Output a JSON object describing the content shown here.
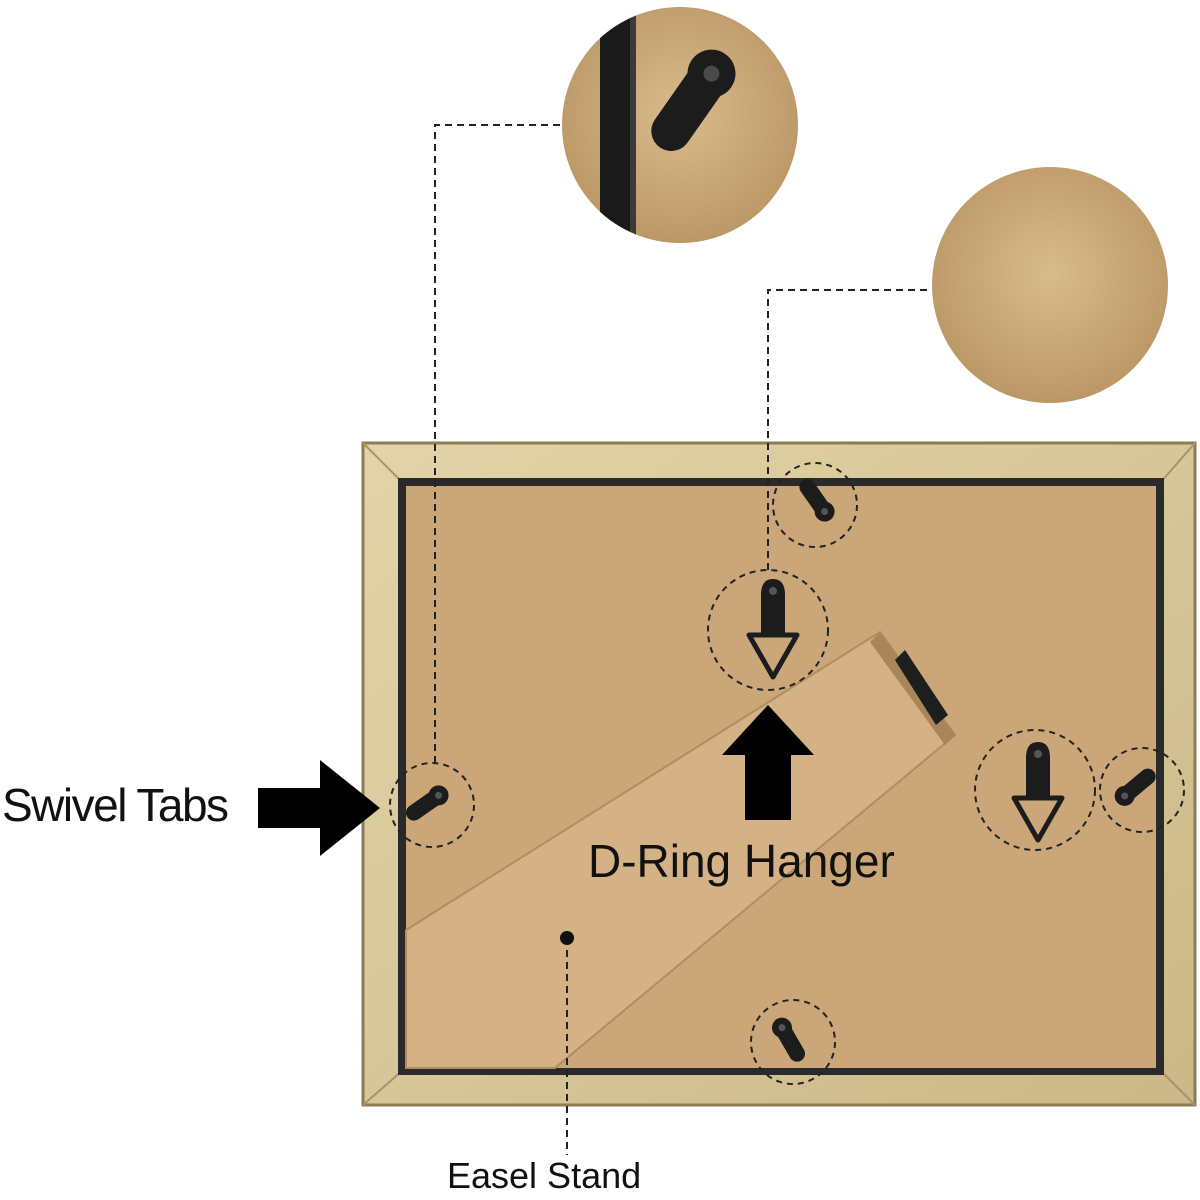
{
  "labels": {
    "swivel_tabs": "Swivel Tabs",
    "d_ring_hanger": "D-Ring Hanger",
    "easel_stand": "Easel Stand"
  },
  "colors": {
    "background": "#ffffff",
    "frame_wood": "#d8c79a",
    "backing_board": "#c9a57a",
    "easel": "#d2b083",
    "hardware": "#1c1c1c",
    "dashed_lines": "#222222",
    "arrows": "#000000"
  },
  "icons": {
    "arrow_right": "arrow-right-icon",
    "arrow_up": "arrow-up-icon",
    "swivel_tab": "swivel-tab-icon",
    "d_ring": "d-ring-hanger-icon"
  }
}
